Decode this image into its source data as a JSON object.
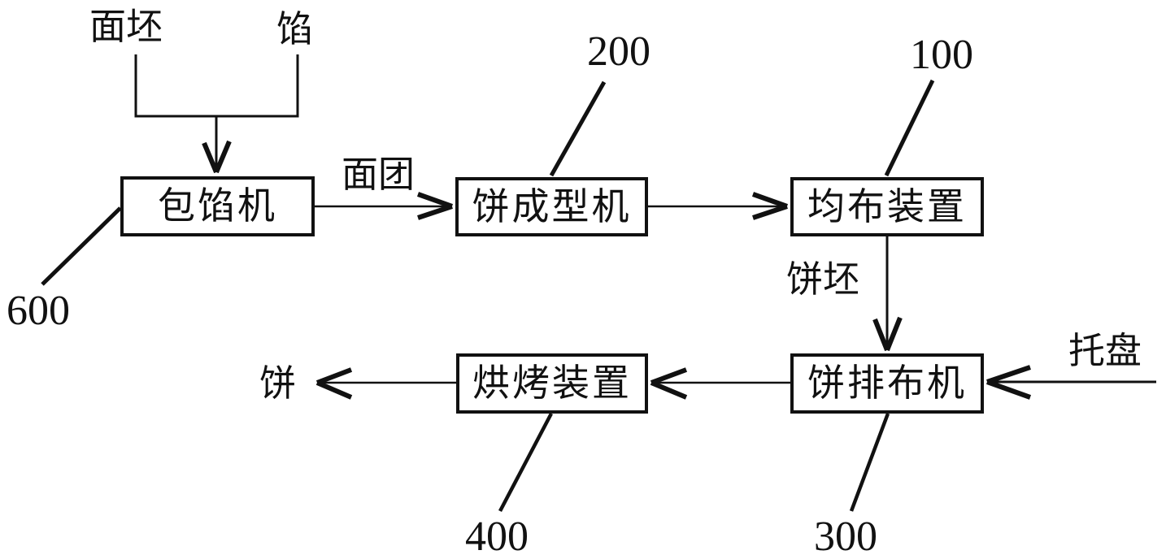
{
  "figure": {
    "background": "#ffffff",
    "line_color": "#111111",
    "kind": "process-flow-diagram"
  },
  "nodes": [
    {
      "label": "包馅机",
      "ref": "600"
    },
    {
      "label": "饼成型机",
      "ref": "200"
    },
    {
      "label": "均布装置",
      "ref": "100"
    },
    {
      "label": "饼排布机",
      "ref": "300"
    },
    {
      "label": "烘烤装置",
      "ref": "400"
    }
  ],
  "io_labels": {
    "dough_blank": "面坯",
    "filling": "馅",
    "dough": "面团",
    "cake_blank": "饼坯",
    "tray": "托盘",
    "cake": "饼"
  },
  "edges": [
    {
      "from": "面坯",
      "to": "包馅机",
      "label": ""
    },
    {
      "from": "馅",
      "to": "包馅机",
      "label": ""
    },
    {
      "from": "包馅机",
      "to": "饼成型机",
      "label": "面团"
    },
    {
      "from": "饼成型机",
      "to": "均布装置",
      "label": ""
    },
    {
      "from": "均布装置",
      "to": "饼排布机",
      "label": "饼坯"
    },
    {
      "from": "托盘",
      "to": "饼排布机",
      "label": ""
    },
    {
      "from": "饼排布机",
      "to": "烘烤装置",
      "label": ""
    },
    {
      "from": "烘烤装置",
      "to": "饼",
      "label": ""
    }
  ]
}
